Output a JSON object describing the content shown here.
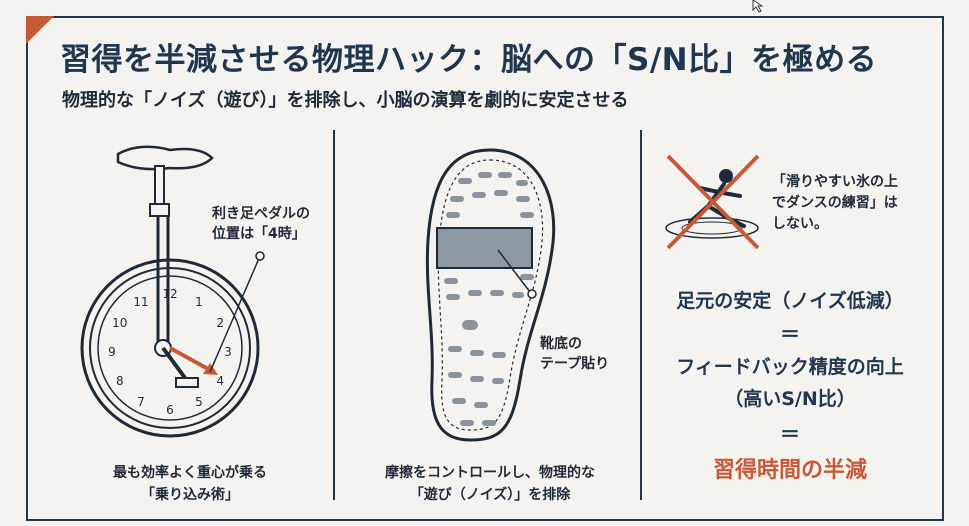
{
  "title": "習得を半減させる物理ハック：脳への「S/N比」を極める",
  "subtitle": "物理的な「ノイズ（遊び）」を排除し、小脳の演算を劇的に安定させる",
  "panel1": {
    "callout": [
      "利き足ペダルの",
      "位置は「4時」"
    ],
    "clock_numbers": [
      "12",
      "1",
      "2",
      "3",
      "4",
      "5",
      "6",
      "7",
      "8",
      "9",
      "10",
      "11"
    ],
    "caption": [
      "最も効率よく重心が乗る",
      "「乗り込み術」"
    ]
  },
  "panel2": {
    "callout": [
      "靴底の",
      "テープ貼り"
    ],
    "caption": [
      "摩擦をコントロールし、物理的な",
      "「遊び（ノイズ）」を排除"
    ]
  },
  "panel3": {
    "note": [
      "「滑りやすい氷の上",
      "でダンスの練習」は",
      "しない。"
    ],
    "line1": "足元の安定（ノイズ低減）",
    "eq1": "＝",
    "line2": "フィードバック精度の向上",
    "line3": "（高いS/N比）",
    "eq2": "＝",
    "result": "習得時間の半減"
  },
  "colors": {
    "accent": "#c75a36",
    "navy": "#1f3550",
    "tape": "#8e98a2",
    "background": "#f4f2ee"
  }
}
